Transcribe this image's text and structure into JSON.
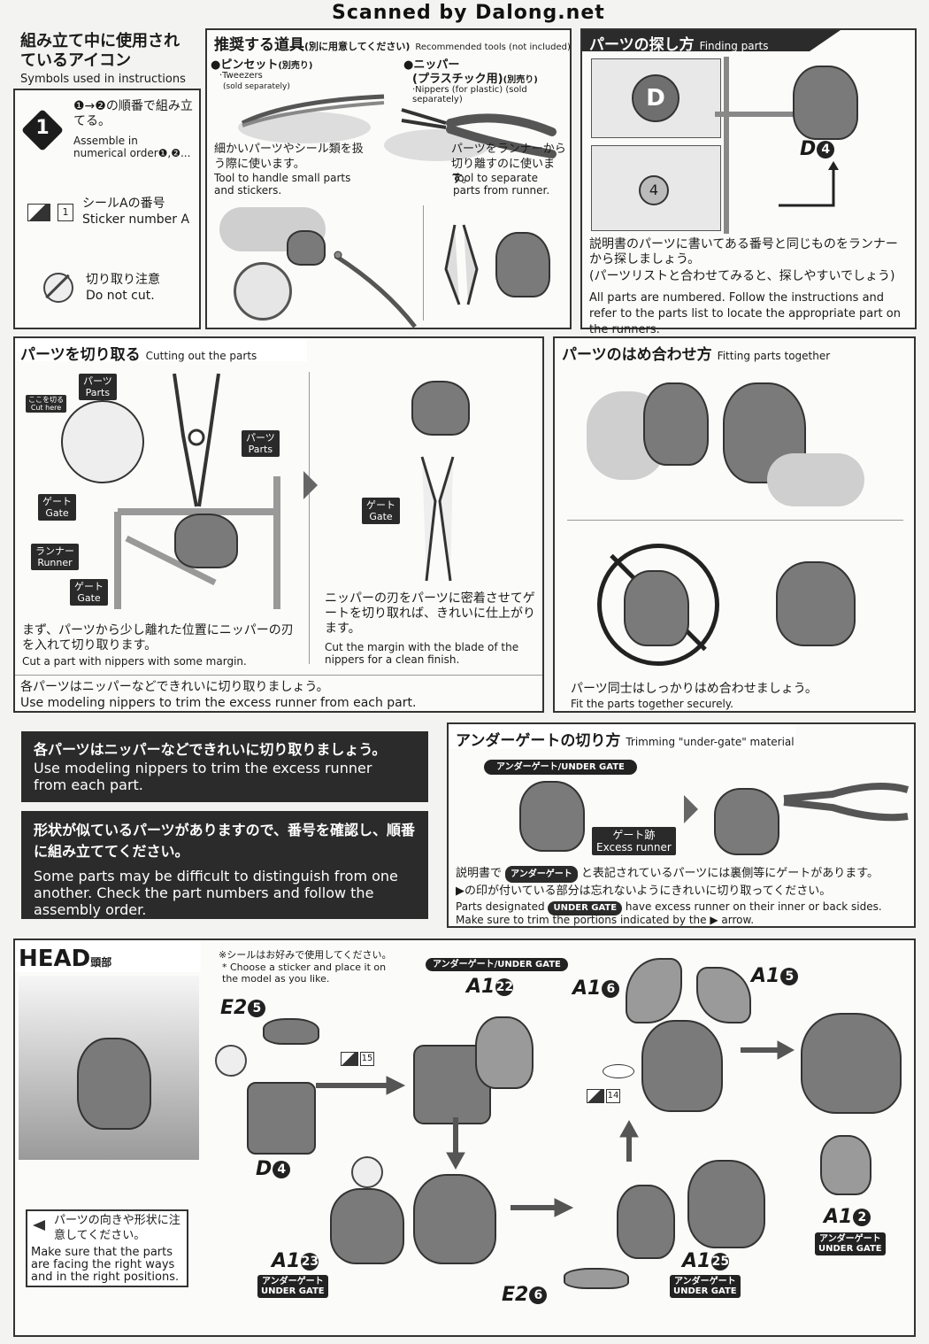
{
  "watermark": "Scanned by Dalong.net",
  "symbols": {
    "title_jp": "組み立て中に使用されているアイコン",
    "title_en": "Symbols used in instructions",
    "step_number": "1",
    "order_jp": "❶→❷の順番で組み立てる。",
    "order_en": "Assemble in numerical order❶,❷...",
    "sticker_number": "1",
    "sticker_jp": "シールAの番号",
    "sticker_en": "Sticker number A",
    "donotcut_jp": "切り取り注意",
    "donotcut_en": "Do not cut."
  },
  "tools": {
    "title_jp": "推奨する道具",
    "title_note_jp": "(別に用意してください)",
    "title_en": "Recommended tools (not included)",
    "tweezers_jp": "●ピンセット",
    "tweezers_note_jp": "(別売り)",
    "tweezers_en": "·Tweezers",
    "tweezers_note_en": "(sold separately)",
    "nippers_jp": "●ニッパー",
    "nippers_jp2": "(プラスチック用)",
    "nippers_note_jp": "(別売り)",
    "nippers_en": "·Nippers (for plastic) (sold separately)",
    "tweezers_desc_jp": "細かいパーツやシール類を扱う際に使います。",
    "tweezers_desc_en": "Tool to handle small parts and stickers.",
    "nippers_desc_jp": "パーツをランナーから切り離すのに使います。",
    "nippers_desc_en": "Tool to separate parts from runner."
  },
  "finding": {
    "title_jp": "パーツの探し方",
    "title_en": "Finding parts",
    "runner_letter": "D",
    "runner_number": "4",
    "code_letter": "D",
    "code_number": "4",
    "desc_jp1": "説明書のパーツに書いてある番号と同じものをランナーから探しましょう。",
    "desc_jp2": "(パーツリストと合わせてみると、探しやすいでしょう)",
    "desc_en": "All parts are numbered. Follow the instructions and refer to the parts list to locate the appropriate part on the runners."
  },
  "cutting": {
    "title_jp": "パーツを切り取る",
    "title_en": "Cutting out the parts",
    "cut_here_jp": "ここを切る",
    "cut_here_en": "Cut here",
    "parts_jp": "パーツ",
    "parts_en": "Parts",
    "gate_jp": "ゲート",
    "gate_en": "Gate",
    "runner_jp": "ランナー",
    "runner_en": "Runner",
    "step1_jp": "まず、パーツから少し離れた位置にニッパーの刃を入れて切り取ります。",
    "step1_en": "Cut a part with nippers with some margin.",
    "step2_jp": "ニッパーの刃をパーツに密着させてゲートを切り取れば、きれいに仕上がります。",
    "step2_en": "Cut the margin with the blade of the nippers for a clean finish.",
    "trim_jp": "各パーツはニッパーなどできれいに切り取りましょう。",
    "trim_en": "Use modeling nippers to trim the excess runner from each part."
  },
  "fitting": {
    "title_jp": "パーツのはめ合わせ方",
    "title_en": "Fitting parts together",
    "desc_jp": "パーツ同士はしっかりはめ合わせましょう。",
    "desc_en": "Fit the parts together securely."
  },
  "notes": {
    "box1_jp": "各パーツはニッパーなどできれいに切り取りましょう。",
    "box1_en": "Use modeling nippers to trim the excess runner from each part.",
    "box2_jp": "形状が似ているパーツがありますので、番号を確認し、順番に組み立ててください。",
    "box2_en": "Some parts may be difficult to distinguish from one another. Check the part numbers and follow the assembly order."
  },
  "undergate": {
    "title_jp": "アンダーゲートの切り方",
    "title_en": "Trimming \"under-gate\" material",
    "label": "アンダーゲート/UNDER GATE",
    "excess_jp": "ゲート跡",
    "excess_en": "Excess runner",
    "desc_jp1a": "説明書で",
    "desc_pill_jp": "アンダーゲート",
    "desc_jp1b": "と表記されているパーツには裏側等にゲートがあります。",
    "desc_jp2": "▶の印が付いている部分は忘れないようにきれいに切り取ってください。",
    "desc_en1a": "Parts designated",
    "desc_pill_en": "UNDER GATE",
    "desc_en1b": "have excess runner on their inner or back sides.",
    "desc_en2": "Make sure to trim the portions indicated by the ▶ arrow."
  },
  "head": {
    "title_en": "HEAD",
    "title_jp": "頭部",
    "sticker_note_jp": "※シールはお好みで使用してください。",
    "sticker_note_en": "* Choose a sticker and place it on the model as you like.",
    "facing_jp": "パーツの向きや形状に注意してください。",
    "facing_en": "Make sure that the parts are facing the right ways and in the right positions.",
    "ug_label_top": "アンダーゲート/UNDER GATE",
    "ug_jp": "アンダーゲート",
    "ug_en": "UNDER GATE",
    "sticker_15": "15",
    "sticker_14": "14",
    "codes": [
      {
        "letter": "E2",
        "number": "5"
      },
      {
        "letter": "D",
        "number": "4"
      },
      {
        "letter": "A1",
        "number": "22"
      },
      {
        "letter": "A1",
        "number": "6"
      },
      {
        "letter": "A1",
        "number": "5"
      },
      {
        "letter": "A1",
        "number": "23"
      },
      {
        "letter": "E2",
        "number": "6"
      },
      {
        "letter": "A1",
        "number": "25"
      },
      {
        "letter": "A1",
        "number": "2"
      }
    ]
  }
}
